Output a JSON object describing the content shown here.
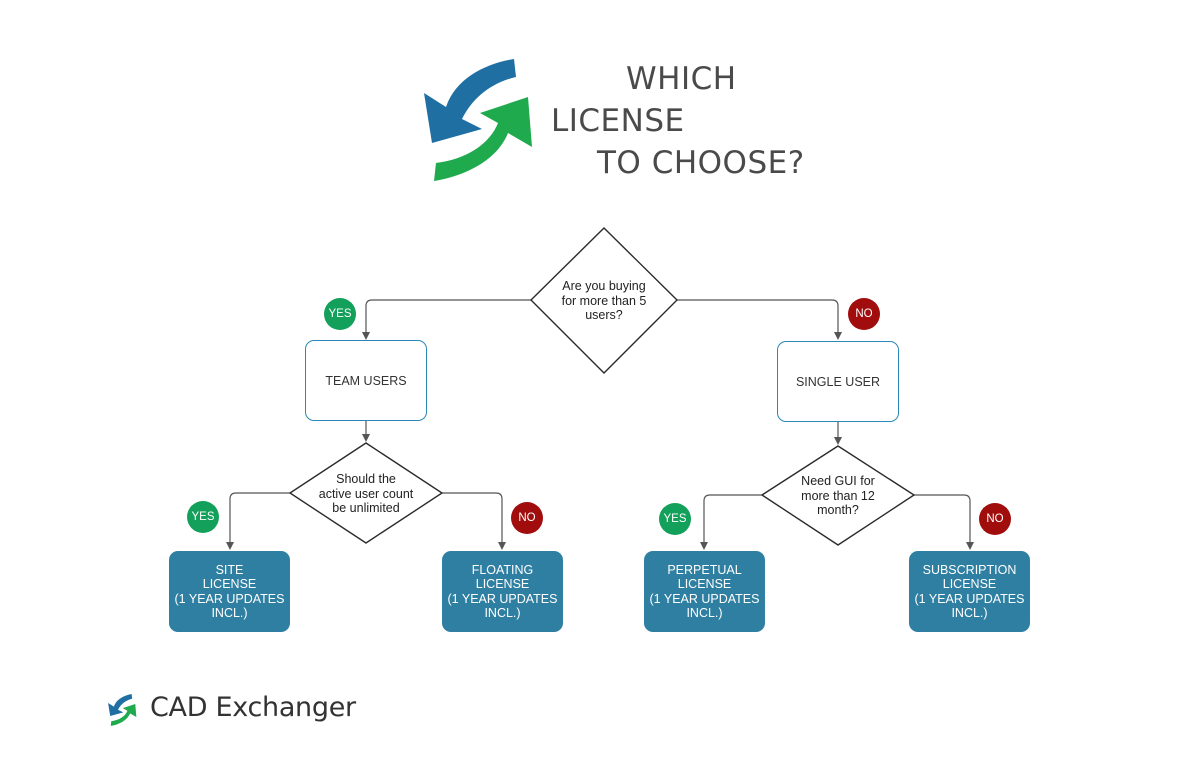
{
  "title": {
    "line1": "WHICH",
    "line2": "LICENSE",
    "line3": "TO CHOOSE?"
  },
  "icons": {
    "header_logo": "sync-arrows-icon",
    "footer_logo": "sync-arrows-icon"
  },
  "colors": {
    "logo_blue": "#1f6fa3",
    "logo_green": "#1faa4e",
    "box_fill": "#2f7fa2",
    "box_outline": "#2b87b8",
    "yes_badge": "#13a05a",
    "no_badge": "#a10d0d"
  },
  "decisions": {
    "q1": [
      "Are you buying",
      "for more than 5",
      "users?"
    ],
    "q2": [
      "Should the",
      "active user count",
      "be unlimited"
    ],
    "q3": [
      "Need GUI for",
      "more than 12",
      "month?"
    ]
  },
  "nodes": {
    "team": "TEAM USERS",
    "single": "SINGLE USER"
  },
  "outcomes": {
    "site": [
      "SITE",
      "LICENSE",
      "(1 YEAR UPDATES",
      "INCL.)"
    ],
    "floating": [
      "FLOATING",
      "LICENSE",
      "(1 YEAR UPDATES",
      "INCL.)"
    ],
    "perpetual": [
      "PERPETUAL",
      "LICENSE",
      "(1 YEAR UPDATES",
      "INCL.)"
    ],
    "subscription": [
      "SUBSCRIPTION",
      "LICENSE",
      "(1 YEAR UPDATES",
      "INCL.)"
    ]
  },
  "badges": {
    "yes": "YES",
    "no": "NO"
  },
  "brand": "CAD Exchanger"
}
